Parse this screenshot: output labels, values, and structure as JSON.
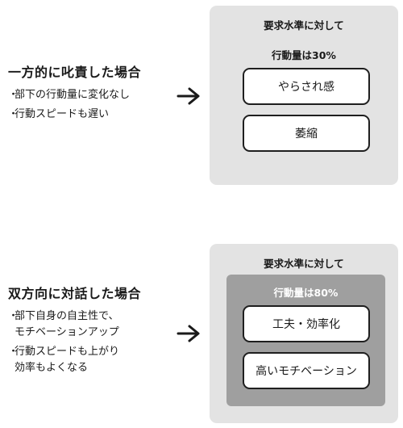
{
  "top": {
    "heading": "一方的に叱責した場合",
    "bullets": [
      "部下の行動量に変化なし",
      "行動スピードも遅い"
    ],
    "panel_title": "要求水準に対して",
    "sub_title": "行動量は30%",
    "boxes": [
      "やらされ感",
      "萎縮"
    ]
  },
  "bottom": {
    "heading": "双方向に対話した場合",
    "bullets": [
      "部下自身の自主性で、\nモチベーションアップ",
      "行動スピードも上がり\n効率もよくなる"
    ],
    "panel_title": "要求水準に対して",
    "sub_title": "行動量は80%",
    "boxes": [
      "工夫・効率化",
      "高いモチベーション"
    ]
  },
  "bullet_mark": "・",
  "colors": {
    "panel": "#e3e3e3",
    "inner_panel": "#9f9f9f",
    "border": "#1f1f1f"
  },
  "icons": [
    "right-arrow-icon"
  ]
}
